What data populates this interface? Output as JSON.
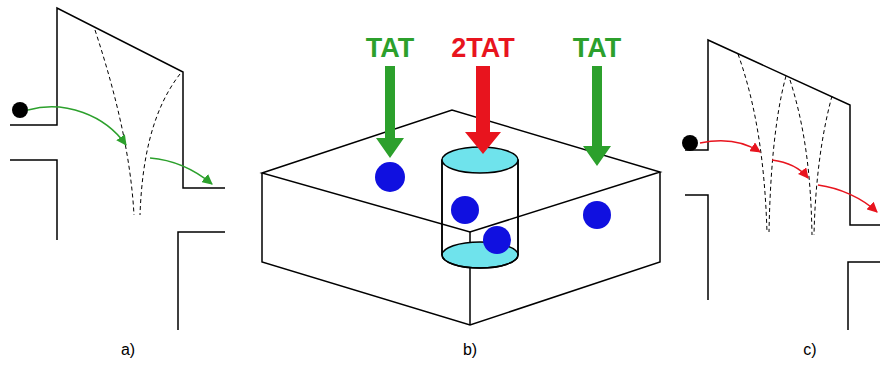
{
  "diagram": {
    "labels": [
      "TAT",
      "2TAT",
      "TAT",
      "a)",
      "b)",
      "c)"
    ]
  }
}
